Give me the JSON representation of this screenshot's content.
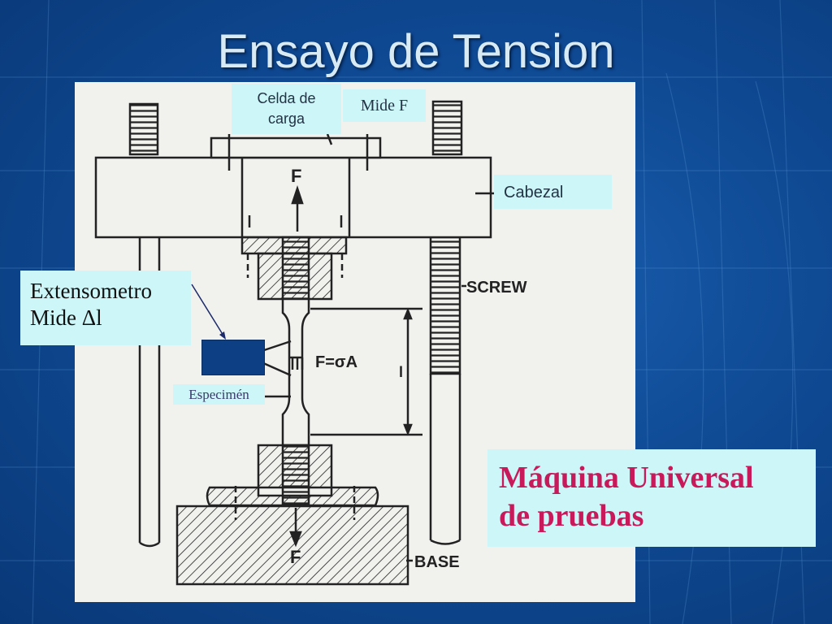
{
  "title": "Ensayo de Tension",
  "labels": {
    "celda_line1": "Celda de",
    "celda_line2": "carga",
    "mide_f": "Mide  F",
    "cabezal": "Cabezal",
    "extensometro_line1": "Extensometro",
    "extensometro_line2": "Mide Δl",
    "especimen": "Especimén",
    "maquina_line1": "Máquina Universal",
    "maquina_line2": "de pruebas"
  },
  "diagram_text": {
    "force_top": "F",
    "force_bottom": "F",
    "formula": "F=σA",
    "gauge_length": "l",
    "screw": "SCREW",
    "base": "BASE"
  },
  "colors": {
    "background": "#0f4a94",
    "title": "#d8eaf4",
    "label_box": "#cdf6f8",
    "highlight_text": "#c8195a",
    "extensometer_block": "#0c3f83"
  }
}
